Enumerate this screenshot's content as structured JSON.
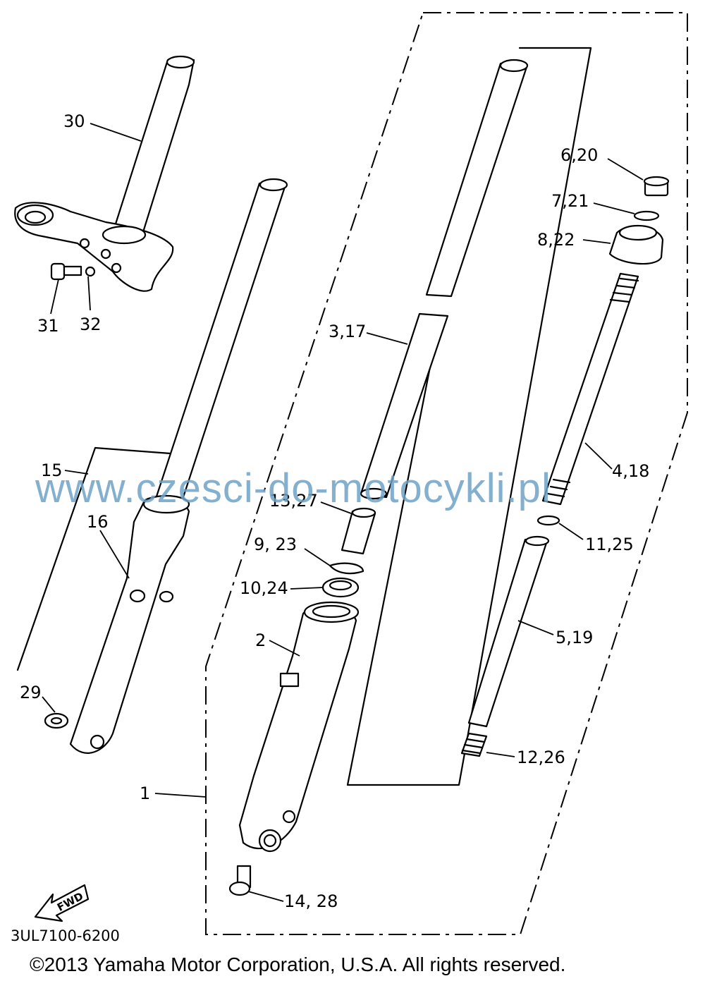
{
  "callouts": {
    "c30": "30",
    "c31": "31",
    "c32": "32",
    "c15": "15",
    "c16": "16",
    "c29": "29",
    "c1": "1",
    "c2": "2",
    "c3_17": "3,17",
    "c13_27": "13,27",
    "c9_23": "9, 23",
    "c10_24": "10,24",
    "c14_28": "14, 28",
    "c6_20": "6,20",
    "c7_21": "7,21",
    "c8_22": "8,22",
    "c4_18": "4,18",
    "c11_25": "11,25",
    "c5_19": "5,19",
    "c12_26": "12,26"
  },
  "fwd_label": "FWD",
  "diagram_code": "3UL7100-6200",
  "watermark": "www.czesci-do-motocykli.pl",
  "copyright": "©2013 Yamaha Motor Corporation, U.S.A. All rights reserved.",
  "icons": {
    "fwd_arrow": "fwd-arrow-icon"
  }
}
